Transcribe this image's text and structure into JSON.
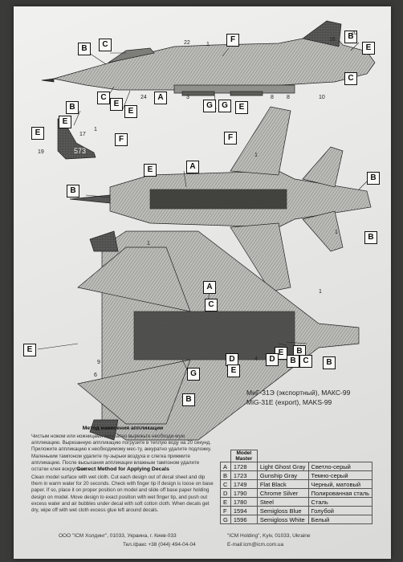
{
  "callouts": [
    "B",
    "C",
    "C",
    "E",
    "E",
    "A",
    "F",
    "G",
    "G",
    "E",
    "B",
    "C",
    "E",
    "E",
    "B",
    "E",
    "F",
    "A",
    "E",
    "B",
    "F",
    "B",
    "B",
    "A",
    "C",
    "B",
    "E",
    "G",
    "D",
    "E",
    "E",
    "B",
    "C",
    "B",
    "D",
    "B"
  ],
  "numbers": [
    "22",
    "1",
    "16",
    "20",
    "24",
    "3",
    "8",
    "8",
    "10",
    "1",
    "17",
    "19",
    "1",
    "1",
    "1",
    "1",
    "9",
    "6",
    "4"
  ],
  "tail_code": "573",
  "captions": {
    "line1": "МиГ-31Э (экспортный), МАКС-99",
    "line2": "MiG-31E (export), MAKS-99"
  },
  "method_ru": {
    "title": "Метод нанесения аппликации",
    "text": "Чистым ножом или ножницами аккуратно вырежьте необходи-мую аппликацию. Вырезанную аппликацию погрузите в теплую воду на 20 секунд. Приложите аппликацию к необходимому мес-ту, аккуратно удалите подложку. Маленьким тампоном удалите пу-зырьки воздуха и слегка прижмите аппликацию. После высыхания аппликации влажным тампоном удалите остатки клея вокруг нее."
  },
  "method_en": {
    "title": "Correct Method for Applying Decals",
    "text": "Clean model surface with wet cloth. Cut each design out of decal sheet and dip them in warm water for 20 seconds. Check with finger tip if design is loose on base paper. If so, place it on proper position on model and slide off base paper holding design on model. Move design to exact position with wet finger tip, and push out excess water and air bubbles under decal with soft cotton cloth. When decals get dry, wipe off with wet cloth excess glue left around decals."
  },
  "paint_table": {
    "header_master": "Model Master",
    "rows": [
      {
        "key": "A",
        "code": "1728",
        "en": "Light Ghost Gray",
        "ru": "Светло-серый"
      },
      {
        "key": "B",
        "code": "1723",
        "en": "Gunship Gray",
        "ru": "Темно-серый"
      },
      {
        "key": "C",
        "code": "1749",
        "en": "Flat Black",
        "ru": "Черный, матовый"
      },
      {
        "key": "D",
        "code": "1790",
        "en": "Chrome Silver",
        "ru": "Полированная сталь"
      },
      {
        "key": "E",
        "code": "1780",
        "en": "Steel",
        "ru": "Сталь"
      },
      {
        "key": "F",
        "code": "1594",
        "en": "Semigloss Blue",
        "ru": "Голубой"
      },
      {
        "key": "G",
        "code": "1596",
        "en": "Semigloss White",
        "ru": "Белый"
      }
    ]
  },
  "footer": {
    "left": "ООО \"ICM Холдинг\", 01033, Украина, г. Киев-033",
    "right": "\"ICM Holding\", Kyiv, 01033, Ukraine",
    "phone": "Тел./факс +38 (044) 494-04-04",
    "email": "E-mail:icm@icm.com.ua"
  },
  "colors": {
    "page": "#ececea",
    "background": "#3a3a38",
    "ink": "#111111",
    "hatch": "#6a6a68"
  }
}
